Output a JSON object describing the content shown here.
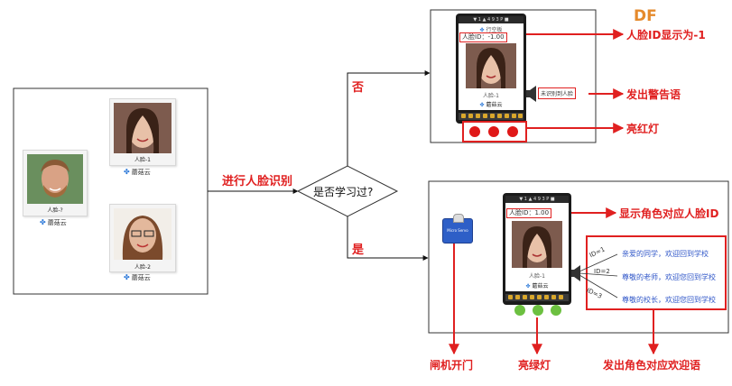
{
  "logo": {
    "text": "DF"
  },
  "source_cards": [
    {
      "name": "人脸-1",
      "brand": "蘑菇云"
    },
    {
      "name": "人脸-?",
      "brand": "蘑菇云"
    },
    {
      "name": "人脸-2",
      "brand": "蘑菇云"
    }
  ],
  "flow": {
    "process_label": "进行人脸识别",
    "decision": "是否学习过?",
    "branch_no": "否",
    "branch_yes": "是"
  },
  "device_no": {
    "status": "▼ 1 ▲ 4 9 3 P ■",
    "title": "行空板",
    "id_label": "人脸ID：-1.00",
    "photo_name": "人脸-1",
    "brand": "蘑菇云",
    "warning_text": "未识别到人脸"
  },
  "device_yes": {
    "status": "▼ 1 ▲ 4 9 3 P ■",
    "id_label": "人脸ID：1.00",
    "photo_name": "人脸-1",
    "brand": "蘑菇云",
    "servo_text": "Micro Servo"
  },
  "annotations": {
    "id_neg": "人脸ID显示为-1",
    "warning": "发出警告语",
    "red_led": "亮红灯",
    "show_id": "显示角色对应人脸ID",
    "gate": "闸机开门",
    "green_led": "亮绿灯",
    "greeting": "发出角色对应欢迎语"
  },
  "greetings": [
    {
      "id": "ID=1",
      "text": "亲爱的同学，欢迎回到学校"
    },
    {
      "id": "ID=2",
      "text": "尊敬的老师，欢迎您回到学校"
    },
    {
      "id": "ID=3",
      "text": "尊敬的校长，欢迎您回到学校"
    }
  ],
  "colors": {
    "accent_red": "#e02020",
    "blue_text": "#2f56c8",
    "led_red": "#e01818",
    "led_green": "#6cc040"
  }
}
